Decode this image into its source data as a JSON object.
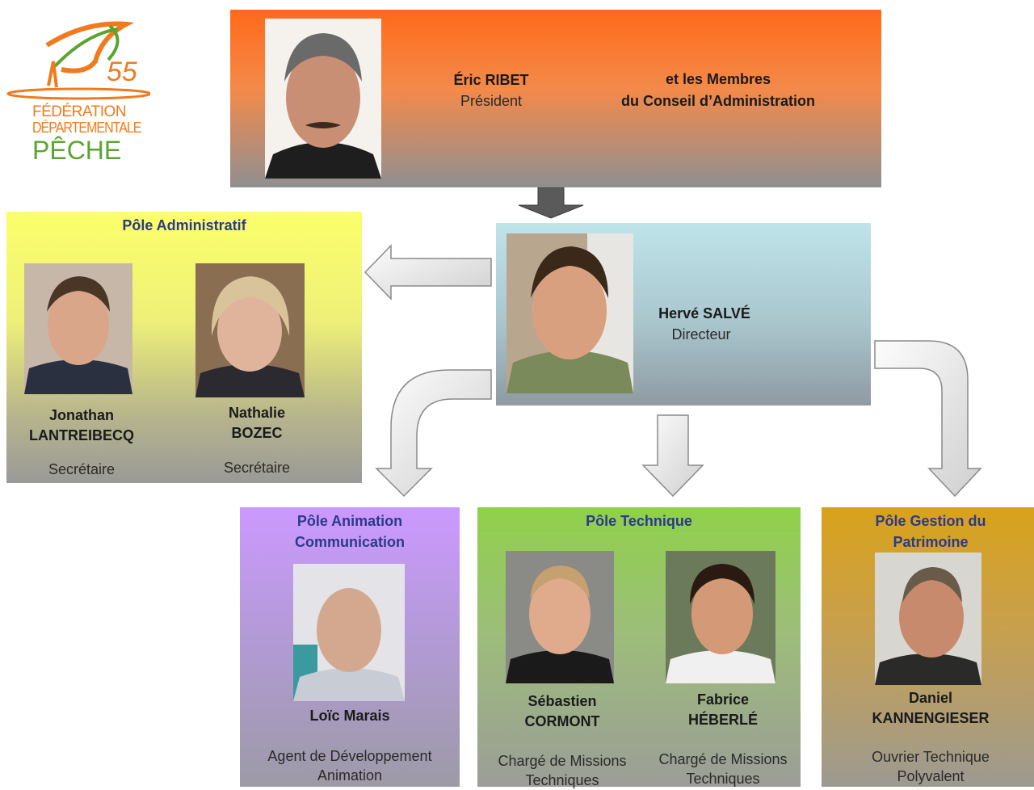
{
  "logo": {
    "number": "55",
    "line1": "FÉDÉRATION",
    "line2": "DÉPARTEMENTALE",
    "line3": "PÊCHE",
    "colors": {
      "orange": "#f07a1e",
      "green": "#5aa532"
    }
  },
  "president": {
    "name": "Éric RIBET",
    "title": "Président",
    "members_line1": "et les Membres",
    "members_line2": "du Conseil  d’Administration"
  },
  "director": {
    "name": "Hervé SALVÉ",
    "title": "Directeur"
  },
  "poles": {
    "administratif": {
      "title": "Pôle Administratif",
      "people": [
        {
          "first": "Jonathan",
          "last": "LANTREIBECQ",
          "role": "Secrétaire"
        },
        {
          "first": "Nathalie",
          "last": "BOZEC",
          "role": "Secrétaire"
        }
      ]
    },
    "animation": {
      "title_line1": "Pôle Animation",
      "title_line2": "Communication",
      "people": [
        {
          "name": "Loïc Marais",
          "role_line1": "Agent de Développement",
          "role_line2": "Animation"
        }
      ]
    },
    "technique": {
      "title": "Pôle Technique",
      "people": [
        {
          "first": "Sébastien",
          "last": "CORMONT",
          "role_line1": "Chargé de Missions",
          "role_line2": "Techniques"
        },
        {
          "first": "Fabrice",
          "last": "HÉBERLÉ",
          "role_line1": "Chargé de Missions",
          "role_line2": "Techniques"
        }
      ]
    },
    "patrimoine": {
      "title_line1": "Pôle Gestion du",
      "title_line2": "Patrimoine",
      "people": [
        {
          "first": "Daniel",
          "last": "KANNENGIESER",
          "role_line1": "Ouvrier Technique",
          "role_line2": "Polyvalent"
        }
      ]
    }
  }
}
